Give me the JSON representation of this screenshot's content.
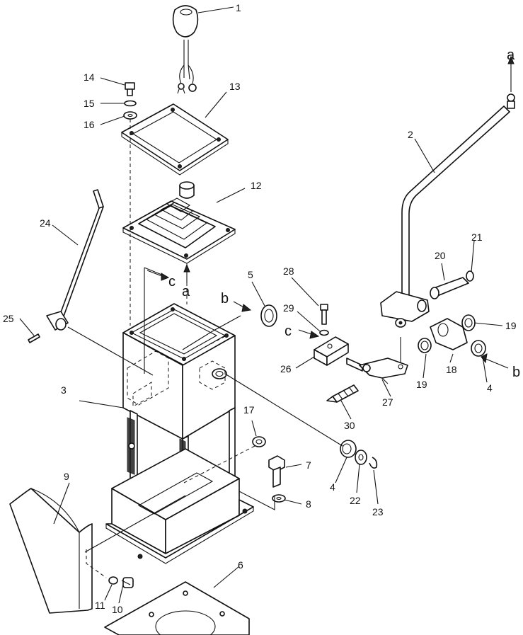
{
  "callouts": {
    "c1": "1",
    "c2": "2",
    "c3": "3",
    "c4a": "4",
    "c4b": "4",
    "c5": "5",
    "c6": "6",
    "c7": "7",
    "c8": "8",
    "c9": "9",
    "c10": "10",
    "c11": "11",
    "c12": "12",
    "c13": "13",
    "c14": "14",
    "c15": "15",
    "c16": "16",
    "c17": "17",
    "c18": "18",
    "c19a": "19",
    "c19b": "19",
    "c20": "20",
    "c21": "21",
    "c22": "22",
    "c23": "23",
    "c24": "24",
    "c25": "25",
    "c26": "26",
    "c27": "27",
    "c28": "28",
    "c29": "29",
    "c30": "30"
  },
  "refs": {
    "a_top": "a",
    "a_mid": "a",
    "b_left": "b",
    "b_right": "b",
    "c_left": "c",
    "c_mid": "c"
  }
}
